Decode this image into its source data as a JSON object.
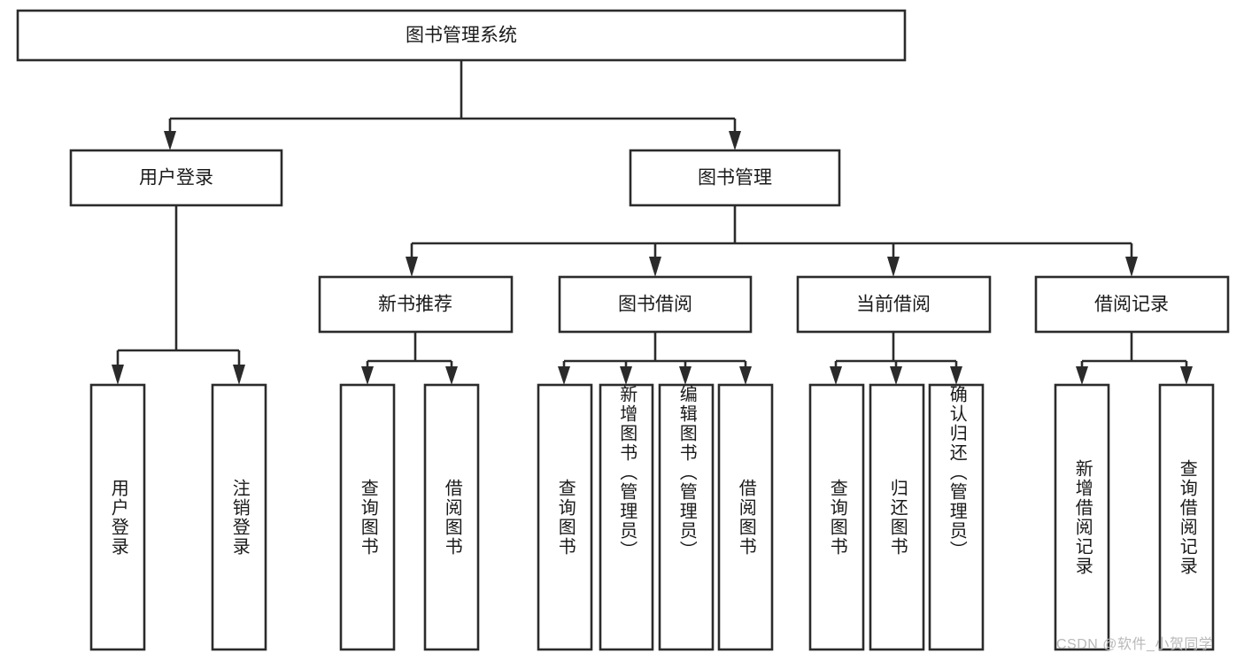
{
  "diagram": {
    "type": "tree-hierarchy",
    "title": "图书管理系统",
    "root": {
      "id": "root",
      "label": "图书管理系统"
    },
    "level2": [
      {
        "id": "user-login",
        "label": "用户登录"
      },
      {
        "id": "book-manage",
        "label": "图书管理"
      }
    ],
    "level3": [
      {
        "id": "new-book-rec",
        "label": "新书推荐"
      },
      {
        "id": "book-borrow",
        "label": "图书借阅"
      },
      {
        "id": "current-borrow",
        "label": "当前借阅"
      },
      {
        "id": "borrow-record",
        "label": "借阅记录"
      }
    ],
    "leaves": [
      {
        "id": "leaf-user-login",
        "label": "用户登录",
        "parent": "user-login"
      },
      {
        "id": "leaf-logout",
        "label": "注销登录",
        "parent": "user-login"
      },
      {
        "id": "leaf-query-book-1",
        "label": "查询图书",
        "parent": "new-book-rec"
      },
      {
        "id": "leaf-borrow-book-1",
        "label": "借阅图书",
        "parent": "new-book-rec"
      },
      {
        "id": "leaf-query-book-2",
        "label": "查询图书",
        "parent": "book-borrow"
      },
      {
        "id": "leaf-add-book",
        "label": "新增图书（管理员）",
        "parent": "book-borrow"
      },
      {
        "id": "leaf-edit-book",
        "label": "编辑图书（管理员）",
        "parent": "book-borrow"
      },
      {
        "id": "leaf-borrow-book-2",
        "label": "借阅图书",
        "parent": "book-borrow"
      },
      {
        "id": "leaf-query-book-3",
        "label": "查询图书",
        "parent": "current-borrow"
      },
      {
        "id": "leaf-return-book",
        "label": "归还图书",
        "parent": "current-borrow"
      },
      {
        "id": "leaf-confirm-return",
        "label": "确认归还（管理员）",
        "parent": "current-borrow"
      },
      {
        "id": "leaf-add-record",
        "label": "新增借阅记录",
        "parent": "borrow-record"
      },
      {
        "id": "leaf-query-record",
        "label": "查询借阅记录",
        "parent": "borrow-record"
      }
    ],
    "colors": {
      "stroke": "#2b2b2b",
      "fill": "#ffffff",
      "text": "#1a1a1a",
      "watermark": "#b9b9b9",
      "background": "#ffffff"
    }
  },
  "watermark": {
    "text": "CSDN @软件_小贺同学"
  }
}
